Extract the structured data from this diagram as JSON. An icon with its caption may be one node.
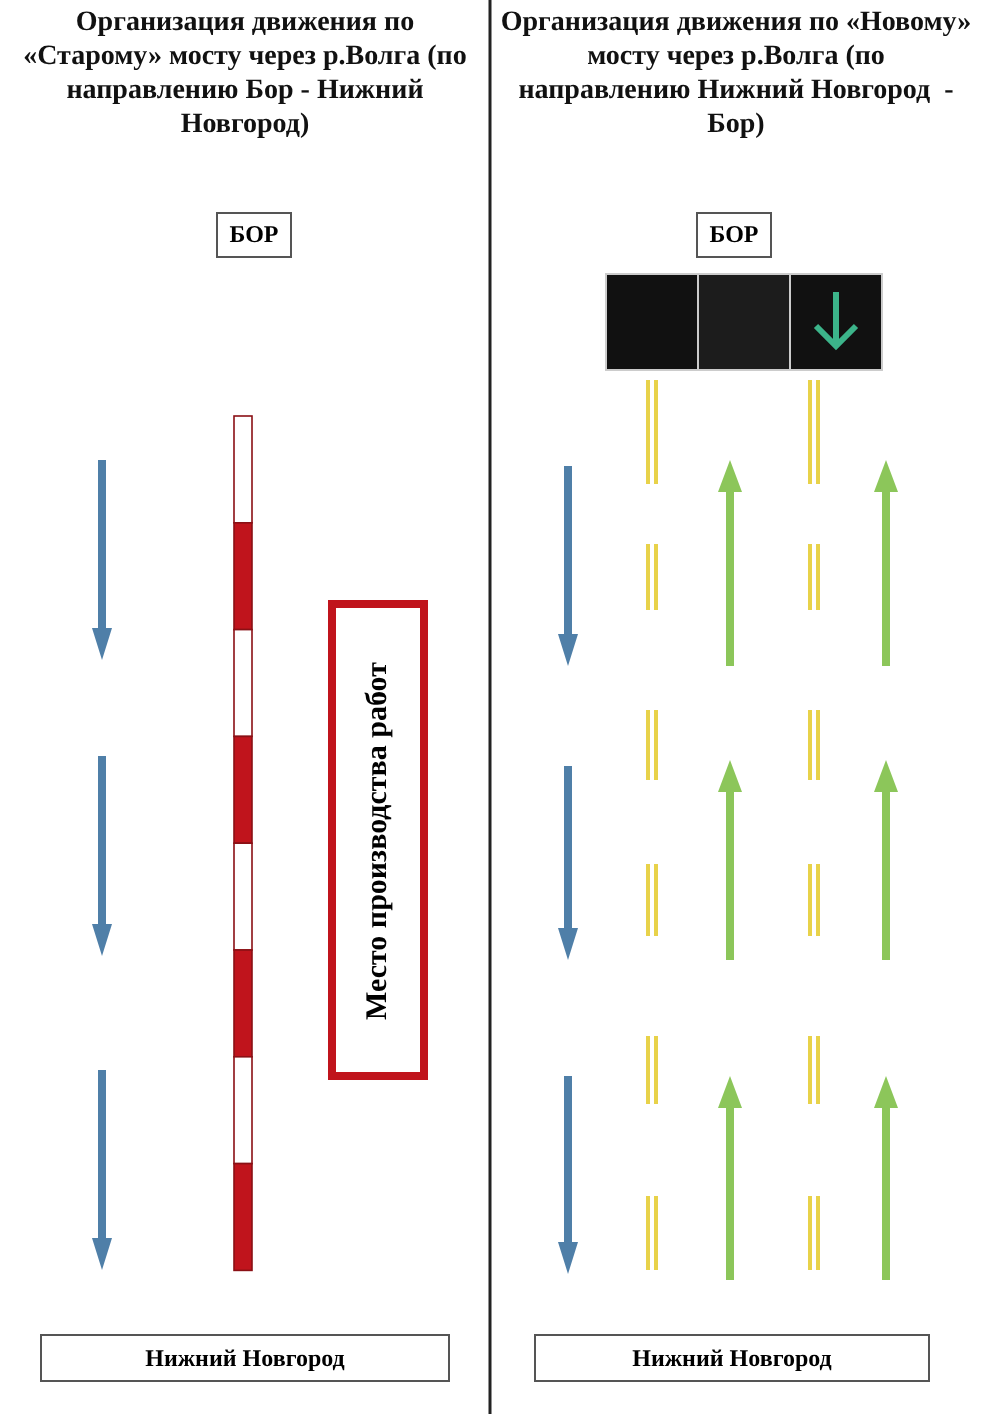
{
  "diagram": {
    "nodes": [
      {
        "text": [
          "БОР"
        ]
      },
      {
        "text": [
          "БОР"
        ]
      },
      {
        "text": [
          "Место производства работ"
        ]
      },
      {
        "text": [
          "Нижний Новгород"
        ]
      },
      {
        "text": [
          "Нижний Новгород"
        ]
      }
    ],
    "labels": [
      "Организация движения по «Старому» мосту через р.Волга (по направлению Бор - Нижний Новгород)",
      "Организация движения по «Новому» мосту через р.Волга (по направлению Нижний Новгород  - Бор)"
    ]
  }
}
